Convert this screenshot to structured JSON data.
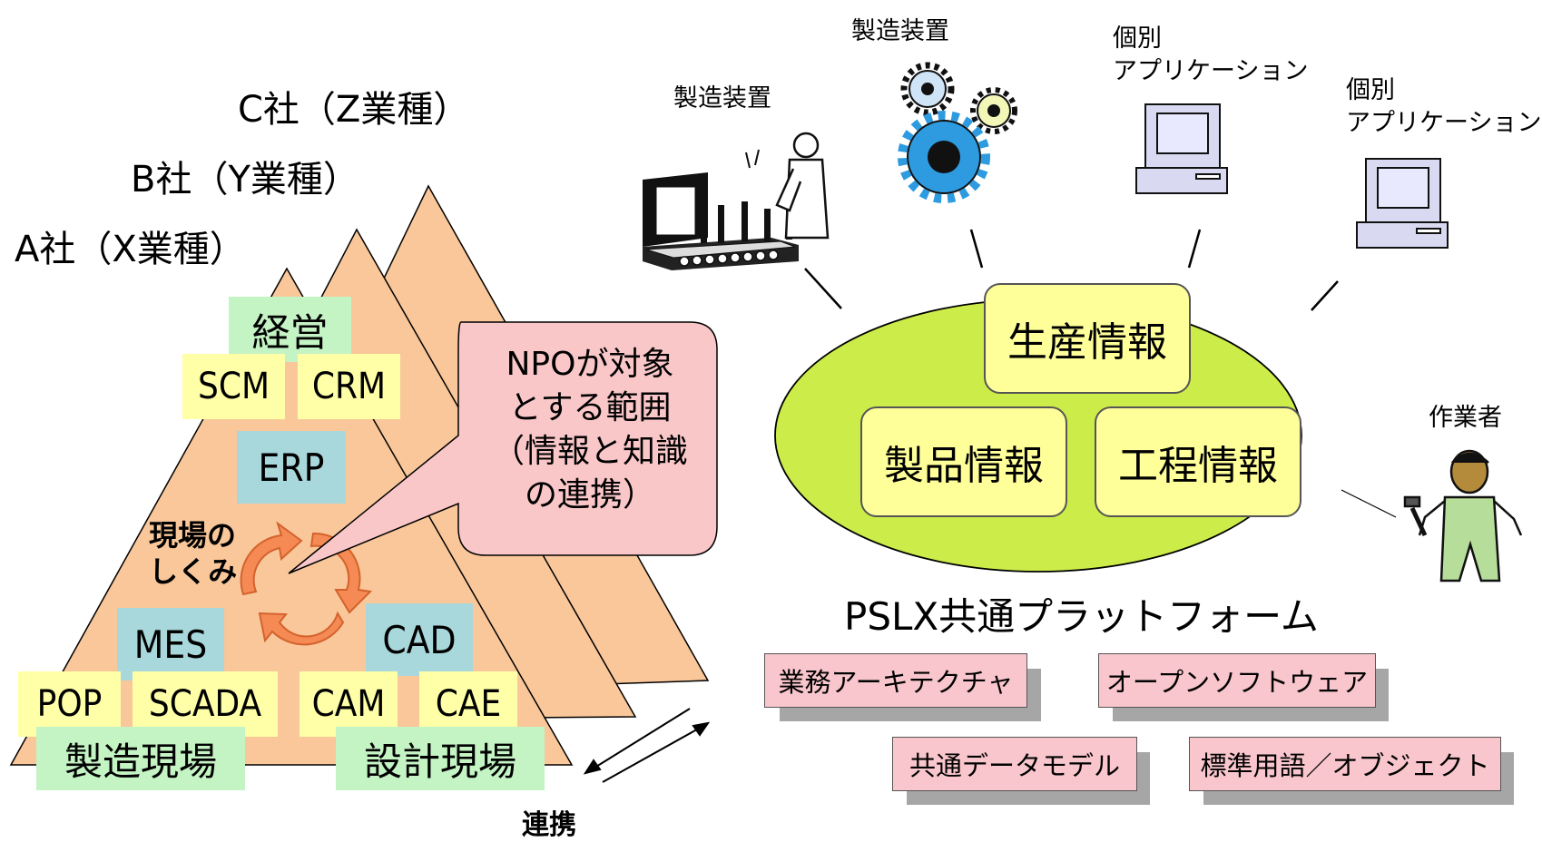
{
  "companies": {
    "c": "C社（Z業種）",
    "b": "B社（Y業種）",
    "a": "A社（X業種）"
  },
  "pyramid": {
    "keiei": "経営",
    "scm": "SCM",
    "crm": "CRM",
    "erp": "ERP",
    "genba_shikumi": [
      "現場の",
      "しくみ"
    ],
    "mes": "MES",
    "cad": "CAD",
    "pop": "POP",
    "scada": "SCADA",
    "cam": "CAM",
    "cae": "CAE",
    "seizou_genba": "製造現場",
    "sekkei_genba": "設計現場"
  },
  "callout": {
    "lines": [
      "NPOが対象",
      "とする範囲",
      "（情報と知識",
      "の連携）"
    ]
  },
  "renkei": "連携",
  "devices": {
    "seizou_souchi_1": "製造装置",
    "seizou_souchi_2": "製造装置",
    "app_1": [
      "個別",
      "アプリケーション"
    ],
    "app_2": [
      "個別",
      "アプリケーション"
    ],
    "worker": "作業者"
  },
  "platform": {
    "seisan": "生産情報",
    "seihin": "製品情報",
    "koutei": "工程情報",
    "title": "PSLX共通プラットフォーム"
  },
  "standards": {
    "architecture": "業務アーキテクチャ",
    "oss": "オープンソフトウェア",
    "data_model": "共通データモデル",
    "vocabulary": "標準用語／オブジェクト"
  },
  "colors": {
    "pyramid_fill": "#f9c79a",
    "ellipse_fill": "#ccec4a",
    "info_box": "#ffff9a",
    "callout_fill": "#fac7c9",
    "std_fill": "#f8c6cc",
    "cycle_arrow": "#f58a55",
    "gear_blue": "#2e9be0"
  }
}
